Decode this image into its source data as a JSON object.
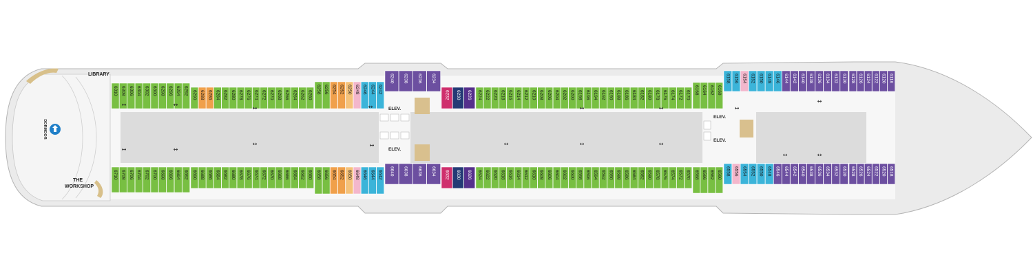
{
  "deck": {
    "labels": {
      "library": "LIBRARY",
      "workshop_line1": "THE",
      "workshop_line2": "WORKSHOP",
      "venue_logo": "DORMOOR",
      "elev": "ELEV."
    },
    "colors": {
      "hull": "#ebebeb",
      "hull_outline": "#b5b5b5",
      "corridor": "#dcdcdc",
      "deck_floor": "#f7f7f7",
      "green": "#78bf42",
      "orange": "#f0a04b",
      "light_orange": "#f5c27a",
      "pink": "#f3b7cc",
      "cyan": "#3bb4d9",
      "purple": "#6c4fa0",
      "dark_purple": "#55308c",
      "navy": "#243a75",
      "magenta": "#cf2f6d",
      "stairs": "#d9c08e",
      "logo_blue": "#1f7fc8",
      "gold": "#d8c08a"
    },
    "upper_row": {
      "aft": [
        {
          "id": "6310",
          "c": "green"
        },
        {
          "id": "6308",
          "c": "green"
        },
        {
          "id": "6306",
          "c": "green"
        },
        {
          "id": "6304",
          "c": "green"
        },
        {
          "id": "6302",
          "c": "green"
        },
        {
          "id": "6300",
          "c": "green"
        },
        {
          "id": "6298",
          "c": "green"
        },
        {
          "id": "6296",
          "c": "green"
        },
        {
          "id": "6294",
          "c": "green"
        },
        {
          "id": "6292",
          "c": "green"
        }
      ],
      "mid_aft": [
        {
          "id": "6290",
          "c": "green"
        },
        {
          "id": "6288",
          "c": "orange"
        },
        {
          "id": "6286",
          "c": "orange"
        },
        {
          "id": "6284",
          "c": "green"
        },
        {
          "id": "6282",
          "c": "green"
        },
        {
          "id": "6280",
          "c": "green"
        },
        {
          "id": "6278",
          "c": "green"
        },
        {
          "id": "6276",
          "c": "green"
        },
        {
          "id": "6274",
          "c": "green"
        },
        {
          "id": "6272",
          "c": "green"
        },
        {
          "id": "6270",
          "c": "green"
        },
        {
          "id": "6268",
          "c": "green"
        },
        {
          "id": "6266",
          "c": "green"
        },
        {
          "id": "6264",
          "c": "green"
        },
        {
          "id": "6262",
          "c": "green"
        },
        {
          "id": "6260",
          "c": "green"
        }
      ],
      "center_aft": [
        {
          "id": "6258",
          "c": "green"
        },
        {
          "id": "6256",
          "c": "green"
        },
        {
          "id": "6254",
          "c": "orange"
        },
        {
          "id": "6252",
          "c": "orange"
        },
        {
          "id": "6250",
          "c": "light_orange"
        },
        {
          "id": "6248",
          "c": "pink"
        },
        {
          "id": "6246",
          "c": "cyan"
        },
        {
          "id": "6244",
          "c": "cyan"
        },
        {
          "id": "6242",
          "c": "cyan"
        }
      ],
      "center_suites": [
        {
          "id": "6240",
          "c": "purple"
        },
        {
          "id": "6238",
          "c": "purple"
        },
        {
          "id": "6236",
          "c": "purple"
        },
        {
          "id": "6234",
          "c": "purple"
        }
      ],
      "forward_start": [
        {
          "id": "6232",
          "c": "magenta"
        },
        {
          "id": "6230",
          "c": "navy"
        },
        {
          "id": "6226",
          "c": "dark_purple"
        }
      ],
      "mid_forward": [
        {
          "id": "6224",
          "c": "green"
        },
        {
          "id": "6222",
          "c": "green"
        },
        {
          "id": "6220",
          "c": "green"
        },
        {
          "id": "6218",
          "c": "green"
        },
        {
          "id": "6216",
          "c": "green"
        },
        {
          "id": "6214",
          "c": "green"
        },
        {
          "id": "6212",
          "c": "green"
        },
        {
          "id": "6210",
          "c": "green"
        },
        {
          "id": "6208",
          "c": "green"
        },
        {
          "id": "6206",
          "c": "green"
        },
        {
          "id": "6204",
          "c": "green"
        },
        {
          "id": "6202",
          "c": "green"
        },
        {
          "id": "6200",
          "c": "green"
        },
        {
          "id": "6198",
          "c": "green"
        },
        {
          "id": "6196",
          "c": "green"
        },
        {
          "id": "6194",
          "c": "green"
        },
        {
          "id": "6192",
          "c": "green"
        },
        {
          "id": "6190",
          "c": "green"
        },
        {
          "id": "6188",
          "c": "green"
        },
        {
          "id": "6186",
          "c": "green"
        },
        {
          "id": "6184",
          "c": "green"
        },
        {
          "id": "6182",
          "c": "green"
        },
        {
          "id": "6180",
          "c": "green"
        },
        {
          "id": "6178",
          "c": "green"
        },
        {
          "id": "6176",
          "c": "green"
        },
        {
          "id": "6174",
          "c": "green"
        },
        {
          "id": "6172",
          "c": "green"
        },
        {
          "id": "6170",
          "c": "green"
        }
      ],
      "forward_b": [
        {
          "id": "6168",
          "c": "green"
        },
        {
          "id": "6164",
          "c": "green"
        },
        {
          "id": "6162",
          "c": "green"
        },
        {
          "id": "6160",
          "c": "green"
        }
      ],
      "forward_c": [
        {
          "id": "6158",
          "c": "cyan"
        },
        {
          "id": "6156",
          "c": "cyan"
        },
        {
          "id": "6154",
          "c": "pink"
        },
        {
          "id": "6152",
          "c": "cyan"
        },
        {
          "id": "6150",
          "c": "cyan"
        },
        {
          "id": "6148",
          "c": "cyan"
        },
        {
          "id": "6146",
          "c": "cyan"
        },
        {
          "id": "6144",
          "c": "purple"
        },
        {
          "id": "6142",
          "c": "purple"
        },
        {
          "id": "6140",
          "c": "purple"
        },
        {
          "id": "6138",
          "c": "purple"
        },
        {
          "id": "6136",
          "c": "purple"
        },
        {
          "id": "6134",
          "c": "purple"
        },
        {
          "id": "6132",
          "c": "purple"
        },
        {
          "id": "6130",
          "c": "purple"
        }
      ],
      "bow": [
        {
          "id": "6128",
          "c": "purple"
        },
        {
          "id": "6126",
          "c": "purple"
        },
        {
          "id": "6124",
          "c": "purple"
        },
        {
          "id": "6122",
          "c": "purple"
        },
        {
          "id": "6120",
          "c": "purple"
        },
        {
          "id": "6118",
          "c": "purple"
        }
      ]
    },
    "lower_row": {
      "aft": [
        {
          "id": "6710",
          "c": "green"
        },
        {
          "id": "6708",
          "c": "green"
        },
        {
          "id": "6706",
          "c": "green"
        },
        {
          "id": "6704",
          "c": "green"
        },
        {
          "id": "6702",
          "c": "green"
        },
        {
          "id": "6700",
          "c": "green"
        },
        {
          "id": "6698",
          "c": "green"
        },
        {
          "id": "6696",
          "c": "green"
        },
        {
          "id": "6694",
          "c": "green"
        },
        {
          "id": "6692",
          "c": "green"
        }
      ],
      "mid_aft": [
        {
          "id": "6690",
          "c": "green"
        },
        {
          "id": "6688",
          "c": "green"
        },
        {
          "id": "6686",
          "c": "green"
        },
        {
          "id": "6684",
          "c": "green"
        },
        {
          "id": "6682",
          "c": "green"
        },
        {
          "id": "6680",
          "c": "green"
        },
        {
          "id": "6678",
          "c": "green"
        },
        {
          "id": "6676",
          "c": "green"
        },
        {
          "id": "6674",
          "c": "green"
        },
        {
          "id": "6672",
          "c": "green"
        },
        {
          "id": "6670",
          "c": "green"
        },
        {
          "id": "6668",
          "c": "green"
        },
        {
          "id": "6666",
          "c": "green"
        },
        {
          "id": "6664",
          "c": "green"
        },
        {
          "id": "6662",
          "c": "green"
        },
        {
          "id": "6660",
          "c": "green"
        }
      ],
      "center_aft": [
        {
          "id": "6658",
          "c": "green"
        },
        {
          "id": "6656",
          "c": "green"
        },
        {
          "id": "6654",
          "c": "orange"
        },
        {
          "id": "6652",
          "c": "orange"
        },
        {
          "id": "6650",
          "c": "light_orange"
        },
        {
          "id": "6648",
          "c": "pink"
        },
        {
          "id": "6646",
          "c": "cyan"
        },
        {
          "id": "6644",
          "c": "cyan"
        },
        {
          "id": "6642",
          "c": "cyan"
        }
      ],
      "center_suites": [
        {
          "id": "6640",
          "c": "purple"
        },
        {
          "id": "6638",
          "c": "purple"
        },
        {
          "id": "6636",
          "c": "purple"
        },
        {
          "id": "6634",
          "c": "purple"
        }
      ],
      "forward_start": [
        {
          "id": "6632",
          "c": "magenta"
        },
        {
          "id": "6630",
          "c": "navy"
        },
        {
          "id": "6626",
          "c": "dark_purple"
        }
      ],
      "mid_forward": [
        {
          "id": "6624",
          "c": "green"
        },
        {
          "id": "6622",
          "c": "green"
        },
        {
          "id": "6620",
          "c": "green"
        },
        {
          "id": "6618",
          "c": "green"
        },
        {
          "id": "6616",
          "c": "green"
        },
        {
          "id": "6614",
          "c": "green"
        },
        {
          "id": "6612",
          "c": "green"
        },
        {
          "id": "6610",
          "c": "green"
        },
        {
          "id": "6608",
          "c": "green"
        },
        {
          "id": "6606",
          "c": "green"
        },
        {
          "id": "6604",
          "c": "green"
        },
        {
          "id": "6602",
          "c": "green"
        },
        {
          "id": "6600",
          "c": "green"
        },
        {
          "id": "6598",
          "c": "green"
        },
        {
          "id": "6596",
          "c": "green"
        },
        {
          "id": "6594",
          "c": "green"
        },
        {
          "id": "6592",
          "c": "green"
        },
        {
          "id": "6590",
          "c": "green"
        },
        {
          "id": "6588",
          "c": "green"
        },
        {
          "id": "6586",
          "c": "green"
        },
        {
          "id": "6584",
          "c": "green"
        },
        {
          "id": "6582",
          "c": "green"
        },
        {
          "id": "6580",
          "c": "green"
        },
        {
          "id": "6578",
          "c": "green"
        },
        {
          "id": "6576",
          "c": "green"
        },
        {
          "id": "6574",
          "c": "green"
        },
        {
          "id": "6572",
          "c": "green"
        },
        {
          "id": "6570",
          "c": "green"
        }
      ],
      "forward_b": [
        {
          "id": "6568",
          "c": "green"
        },
        {
          "id": "6566",
          "c": "green"
        },
        {
          "id": "6562",
          "c": "green"
        },
        {
          "id": "6560",
          "c": "green"
        }
      ],
      "forward_c": [
        {
          "id": "6558",
          "c": "cyan"
        },
        {
          "id": "6556",
          "c": "pink"
        },
        {
          "id": "6554",
          "c": "cyan"
        },
        {
          "id": "6552",
          "c": "cyan"
        },
        {
          "id": "6550",
          "c": "cyan"
        },
        {
          "id": "6548",
          "c": "cyan"
        },
        {
          "id": "6546",
          "c": "purple"
        },
        {
          "id": "6544",
          "c": "purple"
        },
        {
          "id": "6542",
          "c": "purple"
        },
        {
          "id": "6540",
          "c": "purple"
        },
        {
          "id": "6538",
          "c": "purple"
        },
        {
          "id": "6536",
          "c": "purple"
        },
        {
          "id": "6534",
          "c": "purple"
        },
        {
          "id": "6532",
          "c": "purple"
        },
        {
          "id": "6530",
          "c": "purple"
        }
      ],
      "bow": [
        {
          "id": "6528",
          "c": "purple"
        },
        {
          "id": "6526",
          "c": "purple"
        },
        {
          "id": "6524",
          "c": "purple"
        },
        {
          "id": "6522",
          "c": "purple"
        },
        {
          "id": "6520",
          "c": "purple"
        },
        {
          "id": "6518",
          "c": "purple"
        }
      ]
    }
  }
}
